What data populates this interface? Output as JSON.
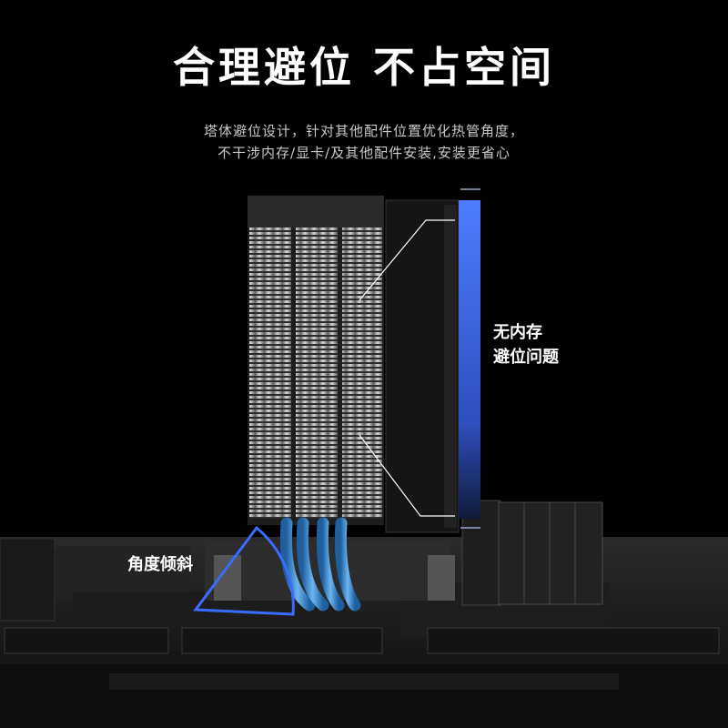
{
  "headline": "合理避位 不占空间",
  "subtitle": {
    "line1": "塔体避位设计，针对其他配件位置优化热管角度，",
    "line2": "不干涉内存/显卡/及其他配件安装,安装更省心"
  },
  "callouts": {
    "memory_line1": "无内存",
    "memory_line2": "避位问题",
    "angle": "角度倾斜"
  },
  "colors": {
    "background": "#000000",
    "accent_blue": "#3a6cff",
    "heatpipe": "#3d8fd6"
  }
}
